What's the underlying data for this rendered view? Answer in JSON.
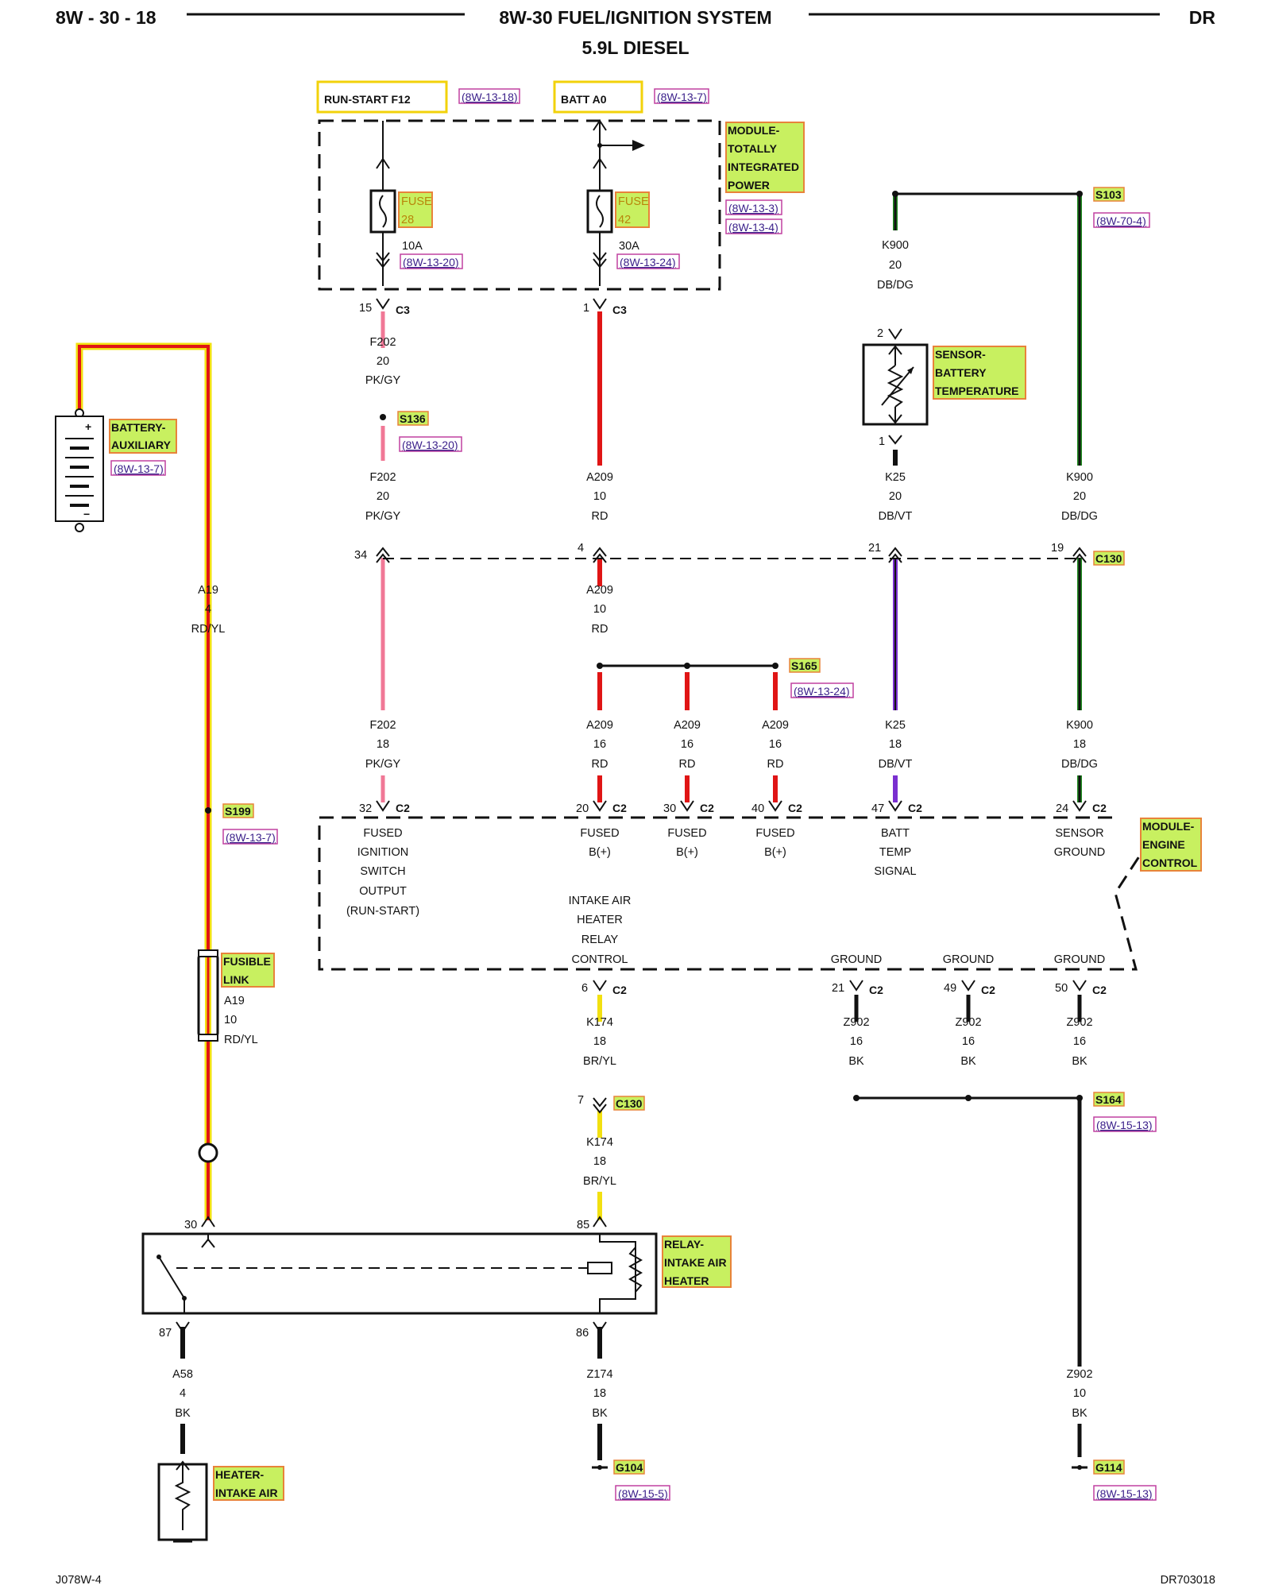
{
  "header": {
    "page_code": "8W - 30 - 18",
    "title": "8W-30 FUEL/IGNITION SYSTEM",
    "subtitle": "5.9L DIESEL",
    "model": "DR"
  },
  "footer": {
    "left_code": "J078W-4",
    "right_code": "DR703018"
  },
  "power_sources": [
    {
      "label": "RUN-START F12",
      "ref": "(8W-13-18)"
    },
    {
      "label": "BATT A0",
      "ref": "(8W-13-7)"
    }
  ],
  "tipm": {
    "name": [
      "MODULE-",
      "TOTALLY",
      "INTEGRATED",
      "POWER"
    ],
    "refs": [
      "(8W-13-3)",
      "(8W-13-4)"
    ],
    "fuses": [
      {
        "label": "FUSE",
        "number": "28",
        "rating": "10A",
        "ref": "(8W-13-20)"
      },
      {
        "label": "FUSE",
        "number": "42",
        "rating": "30A",
        "ref": "(8W-13-24)"
      }
    ],
    "connector": "C3",
    "pins": [
      "15",
      "1"
    ]
  },
  "battery_aux": {
    "name": [
      "BATTERY-",
      "AUXILIARY"
    ],
    "ref": "(8W-13-7)"
  },
  "battery_temp_sensor": {
    "name": [
      "SENSOR-",
      "BATTERY",
      "TEMPERATURE"
    ],
    "pins": [
      "2",
      "1"
    ]
  },
  "splices": {
    "S103": {
      "label": "S103",
      "ref": "(8W-70-4)"
    },
    "S136": {
      "label": "S136",
      "ref": "(8W-13-20)"
    },
    "S165": {
      "label": "S165",
      "ref": "(8W-13-24)"
    },
    "S199": {
      "label": "S199",
      "ref": "(8W-13-7)"
    },
    "S164": {
      "label": "S164",
      "ref": "(8W-15-13)"
    }
  },
  "wires": {
    "k900_top": [
      "K900",
      "20",
      "DB/DG"
    ],
    "f202_a": [
      "F202",
      "20",
      "PK/GY"
    ],
    "f202_b": [
      "F202",
      "20",
      "PK/GY"
    ],
    "a209_a": [
      "A209",
      "10",
      "RD"
    ],
    "k25_a": [
      "K25",
      "20",
      "DB/VT"
    ],
    "k900_a": [
      "K900",
      "20",
      "DB/DG"
    ],
    "a19_a": [
      "A19",
      "4",
      "RD/YL"
    ],
    "a209_b": [
      "A209",
      "10",
      "RD"
    ],
    "f202_c": [
      "F202",
      "18",
      "PK/GY"
    ],
    "a209_c": [
      "A209",
      "16",
      "RD"
    ],
    "a209_d": [
      "A209",
      "16",
      "RD"
    ],
    "a209_e": [
      "A209",
      "16",
      "RD"
    ],
    "k25_b": [
      "K25",
      "18",
      "DB/VT"
    ],
    "k900_b": [
      "K900",
      "18",
      "DB/DG"
    ],
    "fusible_wire": [
      "A19",
      "10",
      "RD/YL"
    ],
    "k174_a": [
      "K174",
      "18",
      "BR/YL"
    ],
    "k174_b": [
      "K174",
      "18",
      "BR/YL"
    ],
    "z902_a": [
      "Z902",
      "16",
      "BK"
    ],
    "z902_b": [
      "Z902",
      "16",
      "BK"
    ],
    "z902_c": [
      "Z902",
      "16",
      "BK"
    ],
    "a58": [
      "A58",
      "4",
      "BK"
    ],
    "z174": [
      "Z174",
      "18",
      "BK"
    ],
    "z902_d": [
      "Z902",
      "10",
      "BK"
    ]
  },
  "c130": {
    "label": "C130",
    "pins": [
      "34",
      "4",
      "21",
      "19",
      "7"
    ]
  },
  "ecm": {
    "name": [
      "MODULE-",
      "ENGINE",
      "CONTROL"
    ],
    "connector": "C2",
    "top_pins": [
      "32",
      "20",
      "30",
      "40",
      "47",
      "24"
    ],
    "bottom_pins": [
      "6",
      "21",
      "49",
      "50"
    ],
    "functions": {
      "fused_ign": [
        "FUSED",
        "IGNITION",
        "SWITCH",
        "OUTPUT",
        "(RUN-START)"
      ],
      "fused_b1": [
        "FUSED",
        "B(+)"
      ],
      "fused_b2": [
        "FUSED",
        "B(+)"
      ],
      "fused_b3": [
        "FUSED",
        "B(+)"
      ],
      "batt_temp": [
        "BATT",
        "TEMP",
        "SIGNAL"
      ],
      "sensor_gnd": [
        "SENSOR",
        "GROUND"
      ],
      "relay_ctrl": [
        "INTAKE AIR",
        "HEATER",
        "RELAY",
        "CONTROL"
      ],
      "gnd1": "GROUND",
      "gnd2": "GROUND",
      "gnd3": "GROUND"
    }
  },
  "fusible_link": {
    "name": [
      "FUSIBLE",
      "LINK"
    ]
  },
  "relay": {
    "name": [
      "RELAY-",
      "INTAKE AIR",
      "HEATER"
    ],
    "pins": [
      "30",
      "85",
      "87",
      "86"
    ]
  },
  "heater": {
    "name": [
      "HEATER-",
      "INTAKE AIR"
    ]
  },
  "grounds": {
    "G104": {
      "label": "G104",
      "ref": "(8W-15-5)"
    },
    "G114": {
      "label": "G114",
      "ref": "(8W-15-13)"
    }
  },
  "colors": {
    "red": "#e01515",
    "yellow": "#f2e011",
    "pink": "#f07896",
    "black": "#111111",
    "green": "#1f8a1f",
    "violet": "#7a2fd0",
    "label_bg": "#c8f060",
    "label_border": "#e8833a",
    "ref_border": "#c040a0"
  }
}
